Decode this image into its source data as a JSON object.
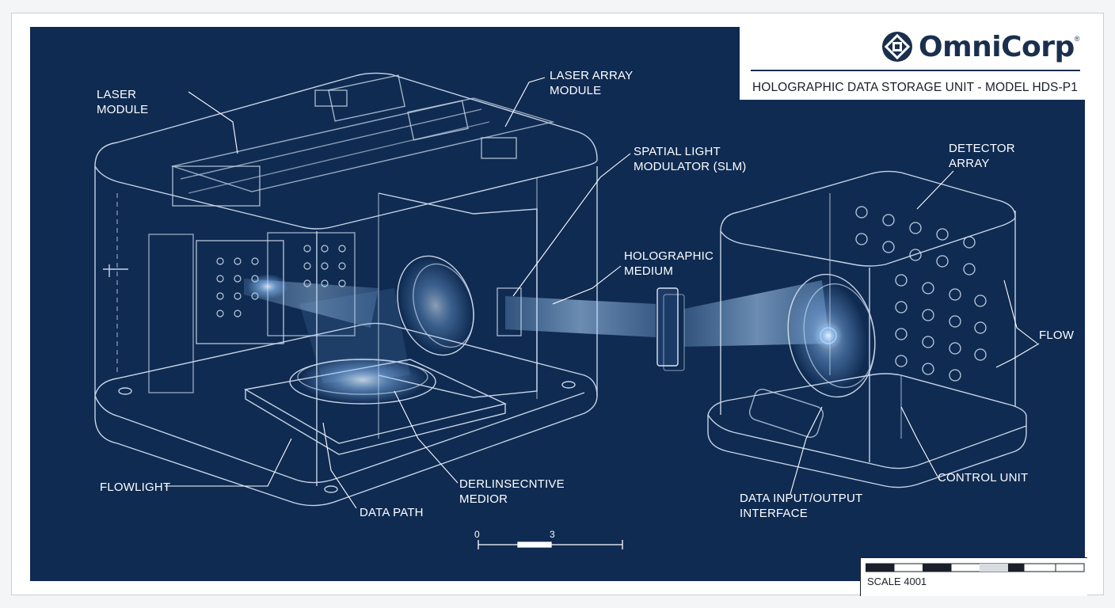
{
  "title_block": {
    "company": "OmniCorp",
    "registered_mark": "®",
    "subtitle": "HOLOGRAPHIC DATA STORAGE UNIT - MODEL HDS-P1",
    "logo_icon": "omnicorp-logo-icon"
  },
  "labels": {
    "laser_module": "LASER\nMODULE",
    "laser_array_module": "LASER ARRAY\nMODULE",
    "slm": "SPATIAL LIGHT\nMODULATOR (SLM)",
    "detector_array": "DETECTOR\nARRAY",
    "holographic_medium": "HOLOGRAPHIC\nMEDIUM",
    "flow": "FLOW",
    "flowlight": "FLOWLIGHT",
    "data_path": "DATA PATH",
    "medior": "DERLINSECNTIVE\nMEDIOR",
    "control_unit": "CONTROL UNIT",
    "data_io": "DATA INPUT/OUTPUT\nINTERFACE"
  },
  "scale": {
    "tick_start": "0",
    "tick_mid": "3",
    "caption": "SCALE 4001"
  },
  "colors": {
    "background": "#0f2b52",
    "linework": "#dbe6f5",
    "beam": "#8fc4ff"
  }
}
